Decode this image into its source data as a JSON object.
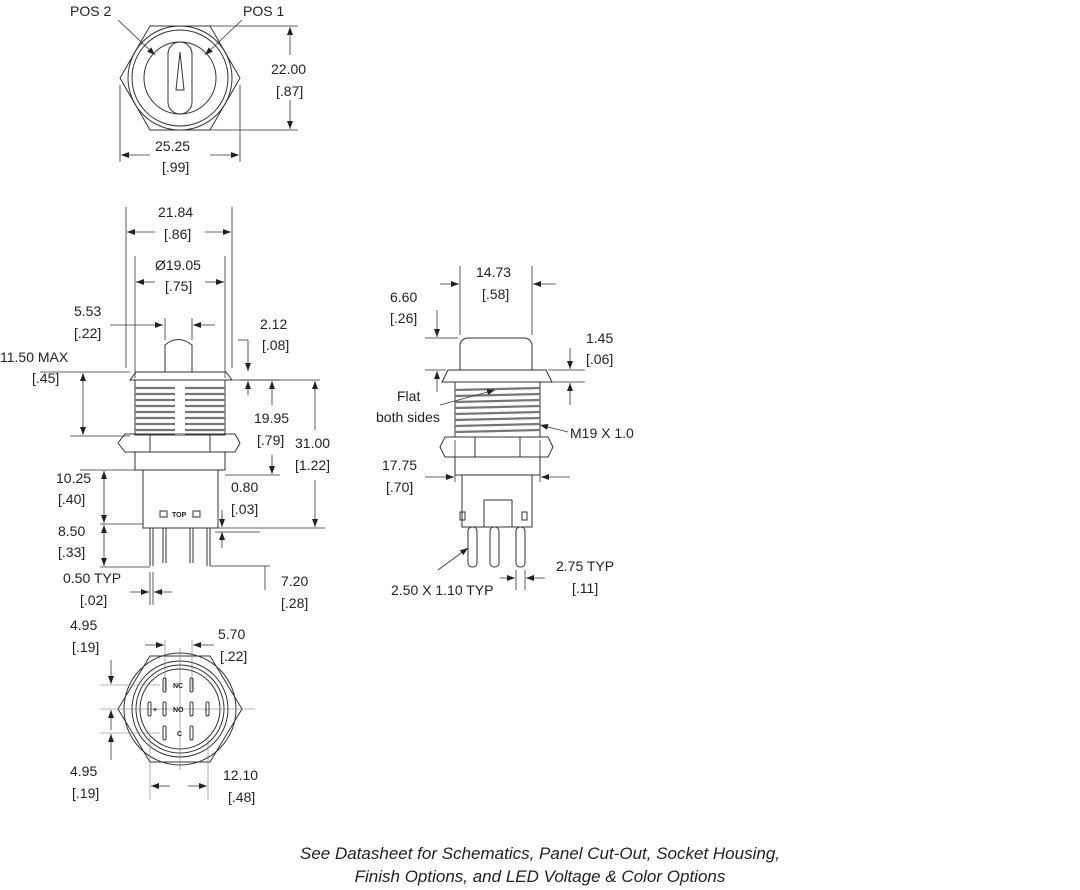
{
  "top_view": {
    "pos2": "POS 2",
    "pos1": "POS 1",
    "height_mm": "22.00",
    "height_in": "[.87]",
    "width_mm": "25.25",
    "width_in": "[.99]"
  },
  "side_view": {
    "flange_mm": "21.84",
    "flange_in": "[.86]",
    "dia_mm": "Ø19.05",
    "dia_in": "[.75]",
    "knob_mm": "5.53",
    "knob_in": "[.22]",
    "flange_t_mm": "2.12",
    "flange_t_in": "[.08]",
    "max_mm": "11.50 MAX",
    "max_in": "[.45]",
    "thread_mm": "19.95",
    "thread_in": "[.79]",
    "total_mm": "31.00",
    "total_in": "[1.22]",
    "housing_mm": "10.25",
    "housing_in": "[.40]",
    "gap_mm": "0.80",
    "gap_in": "[.03]",
    "pin_mm": "8.50",
    "pin_in": "[.33]",
    "pin_t_mm": "0.50 TYP",
    "pin_t_in": "[.02]",
    "pin2_mm": "7.20",
    "pin2_in": "[.28]",
    "top_mark": "TOP"
  },
  "right_view": {
    "knob_mm": "14.73",
    "knob_in": "[.58]",
    "knob_h_mm": "6.60",
    "knob_h_in": "[.26]",
    "flange_mm": "1.45",
    "flange_in": "[.06]",
    "flat_1": "Flat",
    "flat_2": "both sides",
    "thread": "M19 X 1.0",
    "body_mm": "17.75",
    "body_in": "[.70]",
    "terminal": "2.50 X 1.10 TYP",
    "pitch_mm": "2.75 TYP",
    "pitch_in": "[.11]"
  },
  "bottom_view": {
    "off1_mm": "4.95",
    "off1_in": "[.19]",
    "off2_mm": "5.70",
    "off2_in": "[.22]",
    "off3_mm": "4.95",
    "off3_in": "[.19]",
    "span_mm": "12.10",
    "span_in": "[.48]",
    "nc": "NC",
    "no": "NO",
    "c": "C",
    "plus": "+",
    "minus": "-"
  },
  "footer": {
    "line1": "See Datasheet for Schematics, Panel Cut-Out, Socket Housing,",
    "line2": "Finish Options, and LED Voltage & Color Options"
  }
}
